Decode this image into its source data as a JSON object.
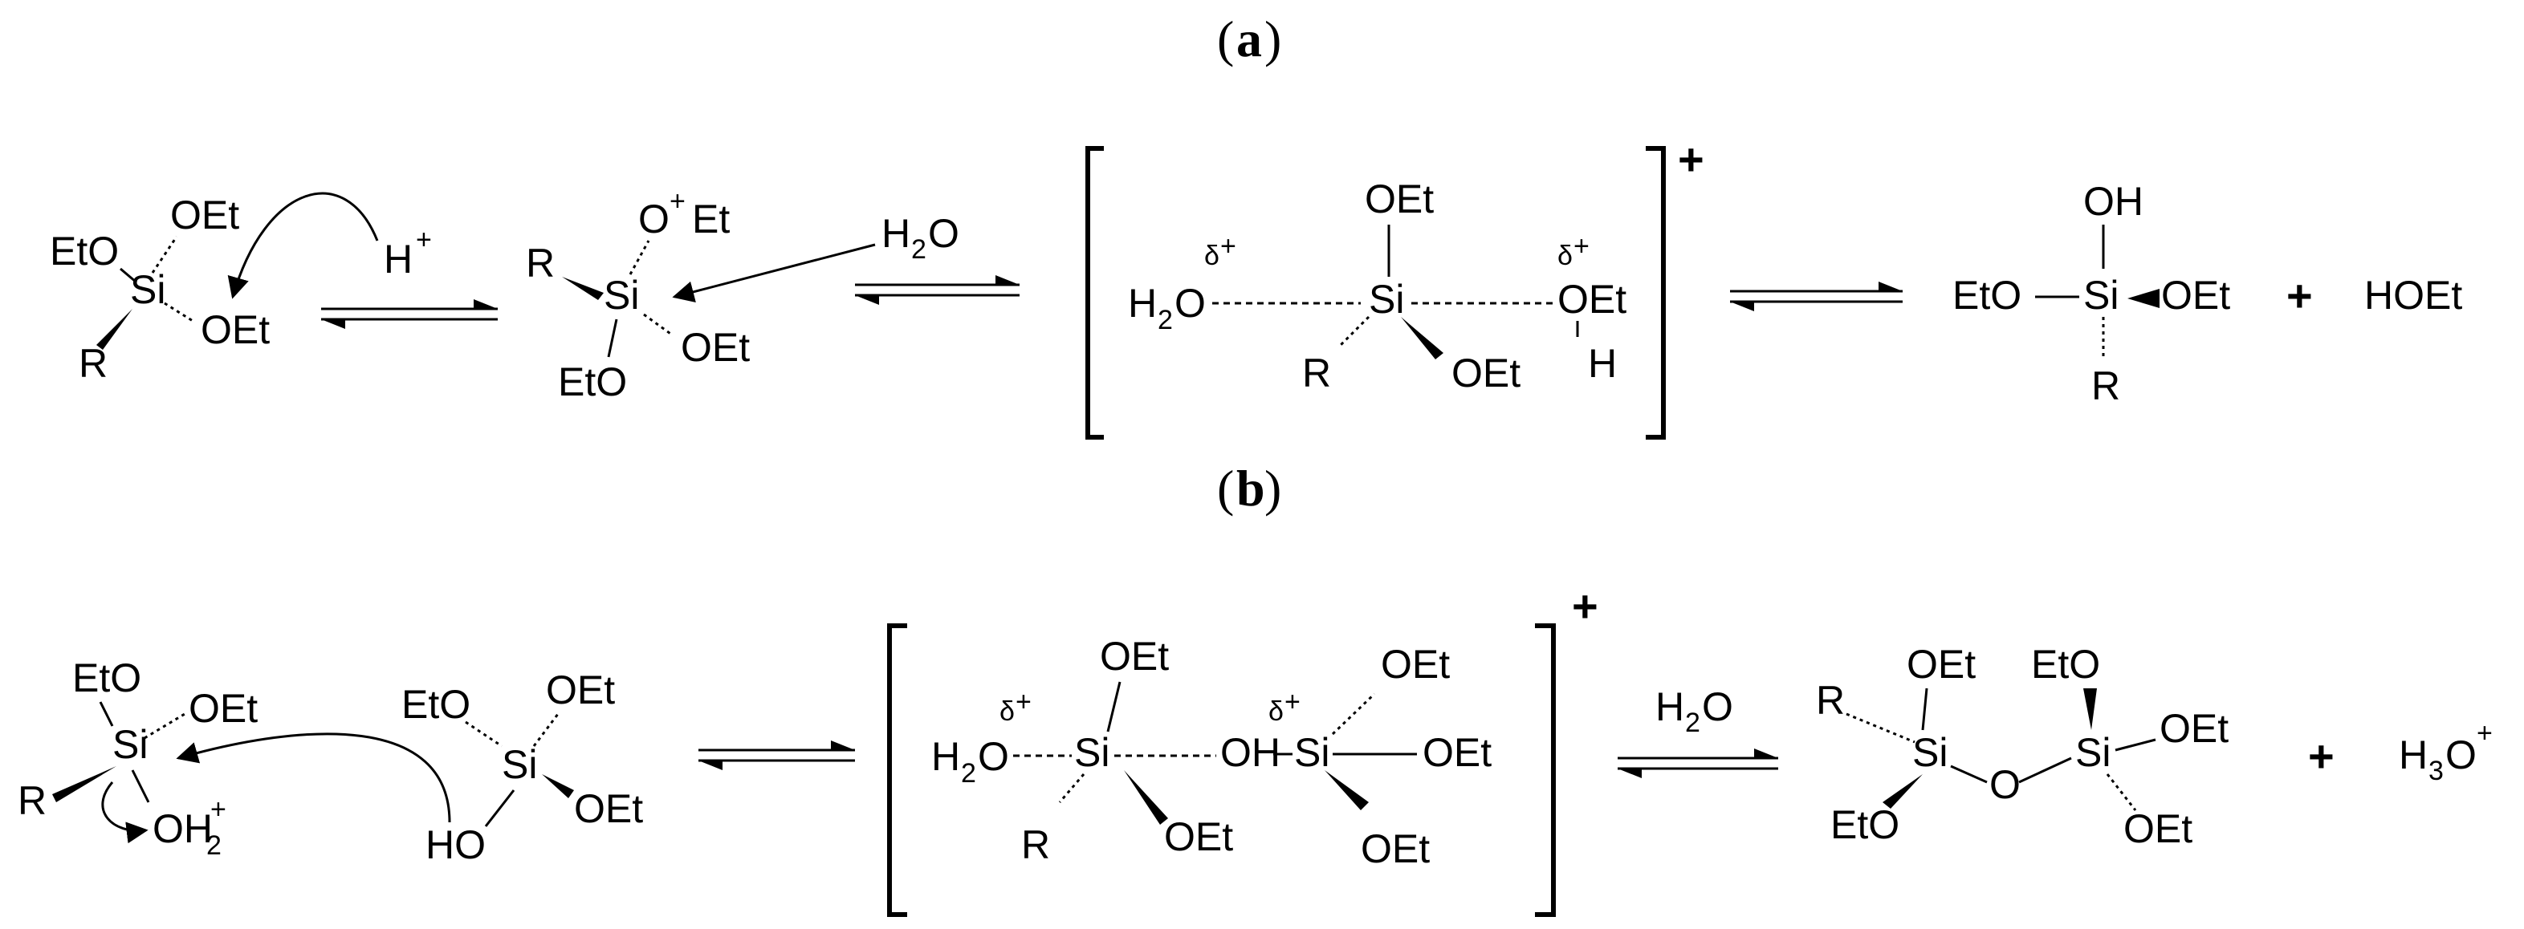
{
  "panels": {
    "a": "a",
    "b": "b"
  },
  "text": {
    "EtO": "EtO",
    "OEt": "OEt",
    "Si": "Si",
    "R": "R",
    "H": "H",
    "O": "O",
    "Et": "Et",
    "OH": "OH",
    "HO": "HO",
    "OH_dash": "OH",
    "HOEt": "HOEt",
    "plus": "+",
    "delta": "δ",
    "sup_plus": "+",
    "H2O_H": "H",
    "H2O_2": "2",
    "H2O_O": "O",
    "H3O_H": "H",
    "H3O_3": "3",
    "H3O_O": "O",
    "OH2_O": "OH",
    "OH2_2": "2",
    "paren_l": "(",
    "paren_r": ")"
  }
}
